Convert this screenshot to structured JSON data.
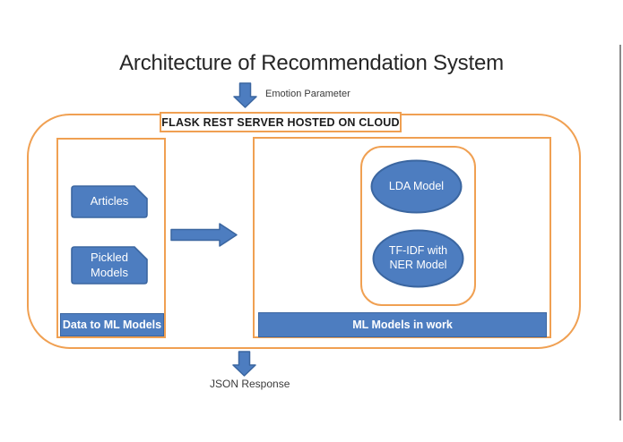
{
  "title": "Architecture of Recommendation System",
  "flow": {
    "input_label": "Emotion Parameter",
    "output_label": "JSON Response"
  },
  "server_banner": {
    "label": "FLASK REST SERVER HOSTED ON CLOUD"
  },
  "left_panel": {
    "items": [
      {
        "label": "Articles"
      },
      {
        "label": "Pickled Models"
      }
    ],
    "footer_label": "Data to ML Models"
  },
  "right_panel": {
    "models": [
      {
        "label": "LDA Model"
      },
      {
        "label": "TF-IDF with NER Model"
      }
    ],
    "footer_label": "ML Models in work"
  },
  "icons": {
    "input_arrow": "down-arrow",
    "transfer_arrow": "right-arrow",
    "output_arrow": "down-arrow"
  },
  "colors": {
    "accent_orange": "#F0A052",
    "shape_blue": "#4D7DC0",
    "shape_blue_border": "#3B66A0",
    "title_text": "#262626",
    "label_text": "#3A3A3A",
    "shape_text": "#FFFFFF",
    "page_edge_line": "#8A8A8A"
  }
}
